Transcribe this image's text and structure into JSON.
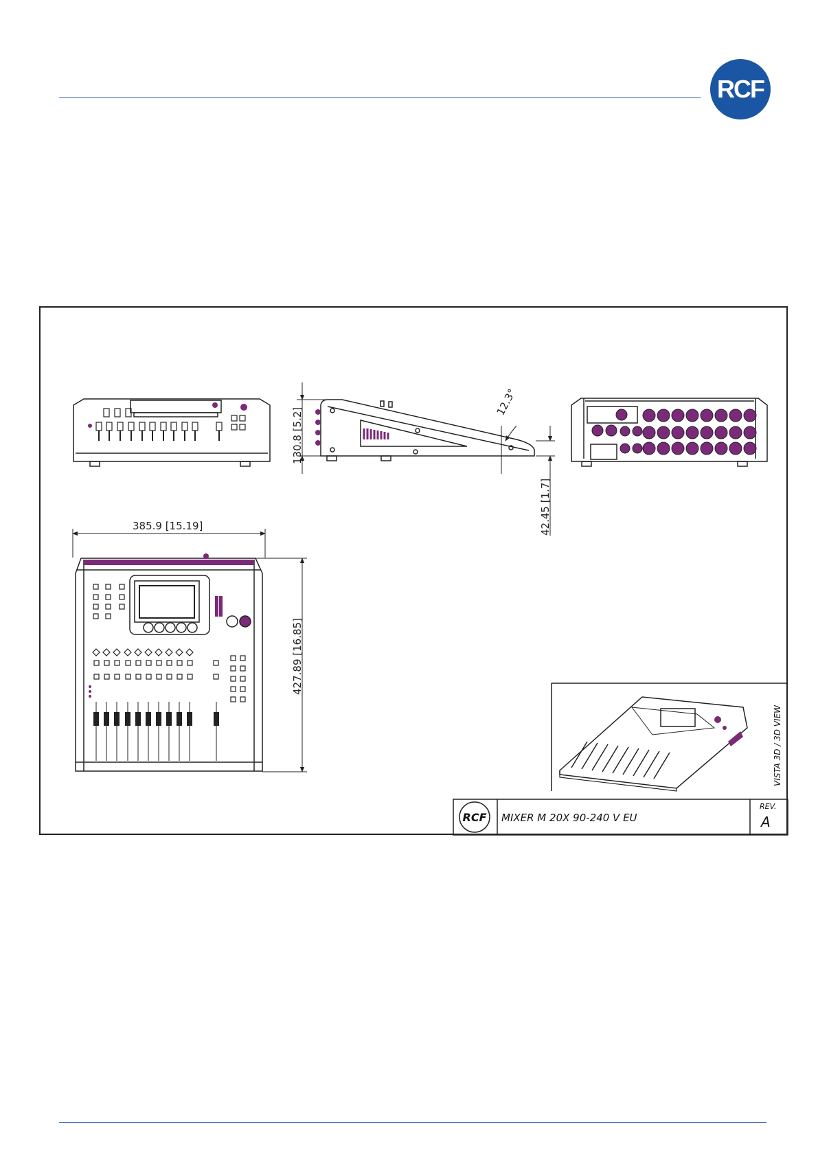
{
  "header": {
    "logo_text": "RCF"
  },
  "drawing": {
    "dimensions": {
      "width": "385.9 [15.19]",
      "depth": "427.89 [16.85]",
      "height": "130.8 [5.2]",
      "front_height": "42.45 [1.7]",
      "angle": "12.3°"
    },
    "view_3d_label": "VISTA 3D / 3D VIEW",
    "title_block": {
      "logo_text": "RCF",
      "title": "MIXER M 20X 90-240 V EU",
      "rev_label": "REV.",
      "rev_value": "A"
    }
  },
  "colors": {
    "brand": "#1a56a4",
    "accent": "#7a2a78",
    "line": "#222222"
  }
}
